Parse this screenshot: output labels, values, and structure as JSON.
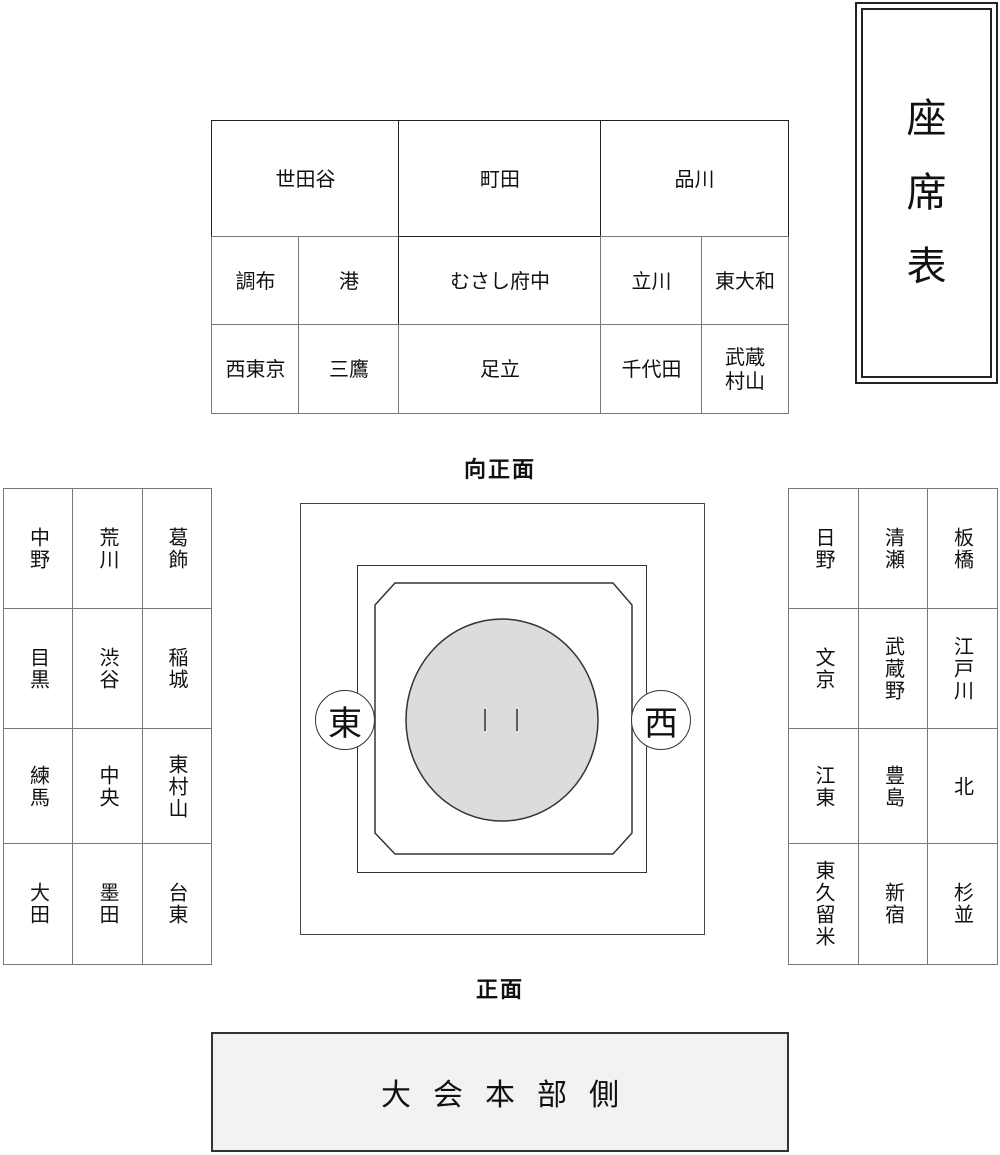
{
  "title": [
    "座",
    "席",
    "表"
  ],
  "top_seats": {
    "row1": [
      "世田谷",
      "町田",
      "品川"
    ],
    "row2": [
      "調布",
      "港",
      "むさし府中",
      "立川",
      "東大和"
    ],
    "row3": [
      "西東京",
      "三鷹",
      "足立",
      "千代田",
      "武蔵村山"
    ]
  },
  "left_seats": [
    [
      "中野",
      "荒川",
      "葛飾"
    ],
    [
      "目黒",
      "渋谷",
      "稲城"
    ],
    [
      "練馬",
      "中央",
      "東村山"
    ],
    [
      "大田",
      "墨田",
      "台東"
    ]
  ],
  "right_seats": [
    [
      "日野",
      "清瀬",
      "板橋"
    ],
    [
      "文京",
      "武蔵野",
      "江戸川"
    ],
    [
      "江東",
      "豊島",
      "北"
    ],
    [
      "東久留米",
      "新宿",
      "杉並"
    ]
  ],
  "labels": {
    "mukou_shoumen": "向正面",
    "shoumen": "正面",
    "east": "東",
    "west": "西"
  },
  "footer": "大会本部側",
  "colors": {
    "ring": "#dcdcdc",
    "footer_bg": "#f2f2f2"
  }
}
